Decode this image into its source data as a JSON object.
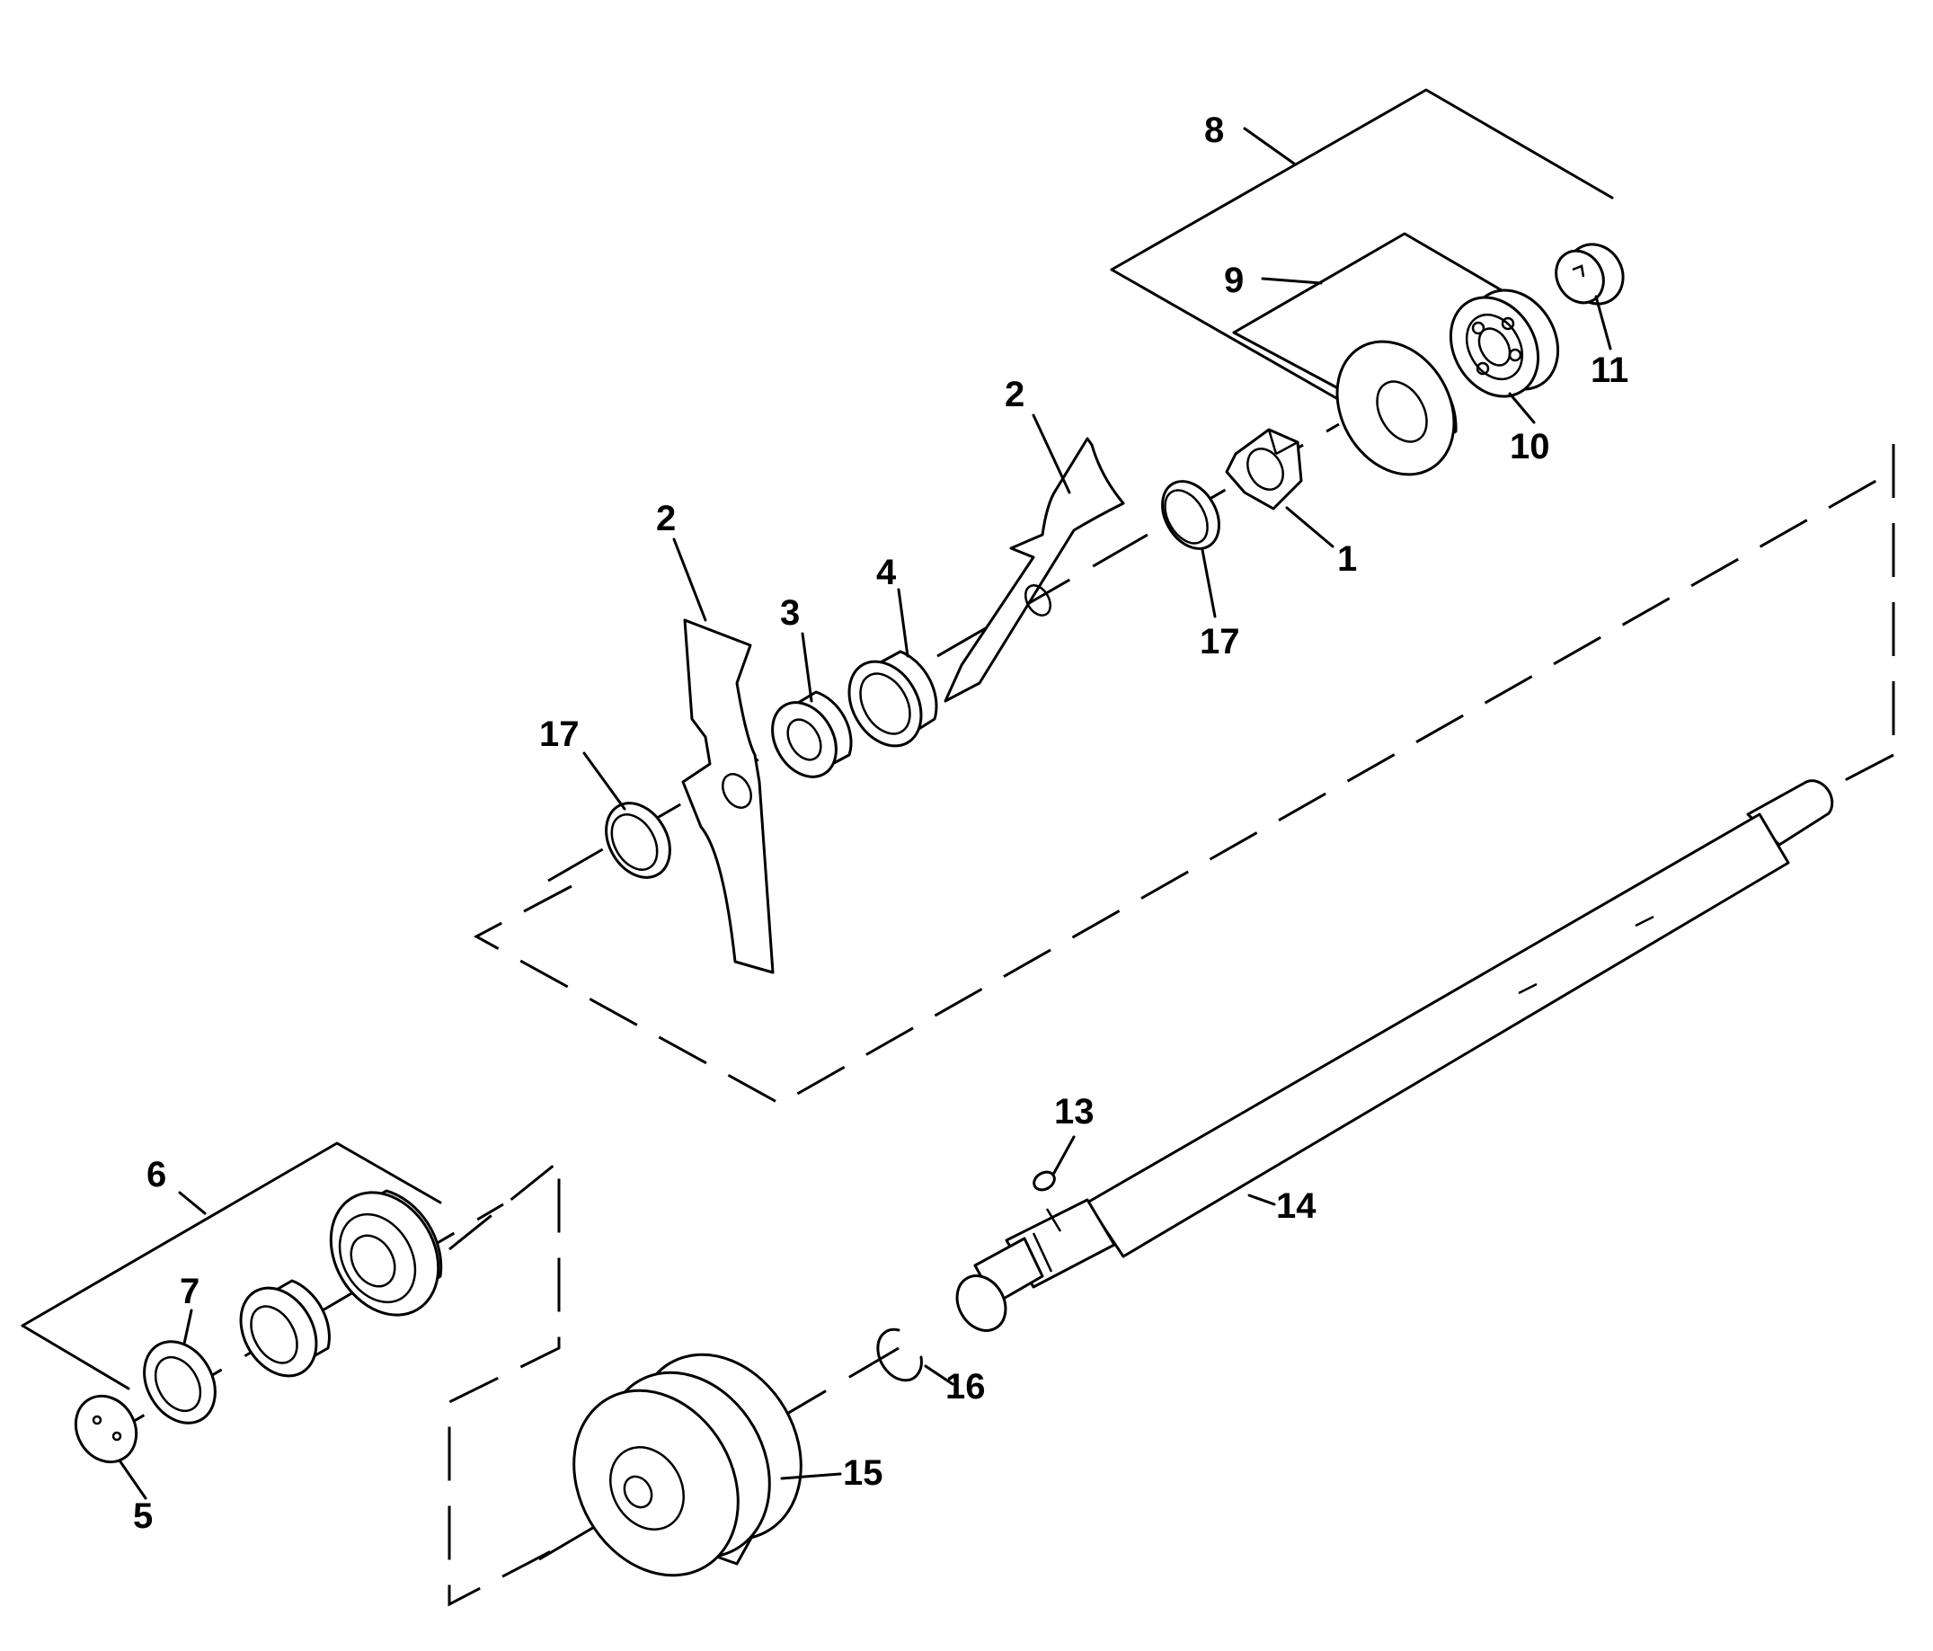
{
  "callouts": {
    "c1": "1",
    "c2a": "2",
    "c2b": "2",
    "c3": "3",
    "c4": "4",
    "c5": "5",
    "c6": "6",
    "c7": "7",
    "c8": "8",
    "c9": "9",
    "c10": "10",
    "c11": "11",
    "c13": "13",
    "c14": "14",
    "c15": "15",
    "c16": "16",
    "c17a": "17",
    "c17b": "17"
  }
}
